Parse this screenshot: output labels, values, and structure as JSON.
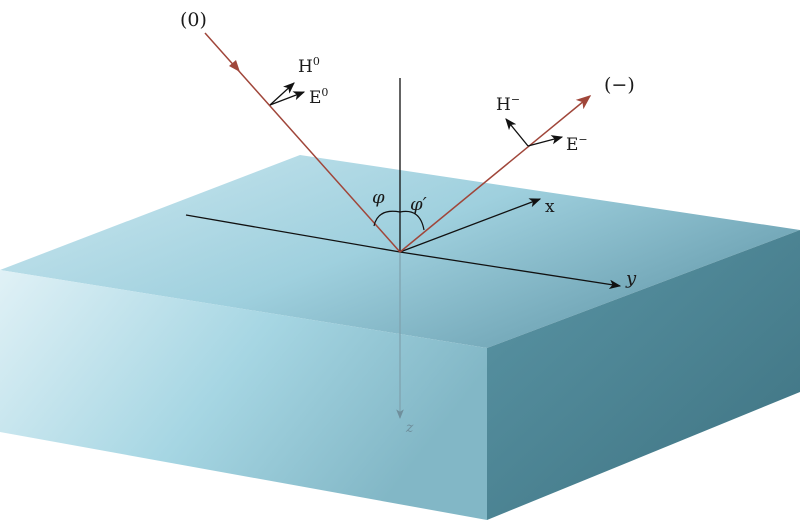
{
  "labels": {
    "incident": "(0)",
    "reflected": "(−)",
    "h_incident": "H",
    "h_incident_sup": "0",
    "e_incident": "E",
    "e_incident_sup": "0",
    "h_reflected": "H",
    "h_reflected_sup": "−",
    "e_reflected": "E",
    "e_reflected_sup": "−",
    "angle_incident": "φ",
    "angle_reflected": "φ′",
    "axis_x": "x",
    "axis_y": "y",
    "axis_z": "z"
  },
  "colors": {
    "ray": "#a0463a",
    "axis": "#111111",
    "top_face_light": "#c9e6ef",
    "top_face_dark": "#6aa3b6",
    "front_face_light": "#d9eef5",
    "front_face_dark": "#7fb7c8",
    "side_face_light": "#5c97a6",
    "side_face_dark": "#3f7584",
    "z_axis": "#7fa0ac"
  }
}
